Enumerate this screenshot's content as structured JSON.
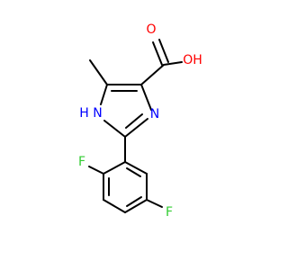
{
  "molecule": {
    "atoms": {
      "oxygen_double": "O",
      "hydroxyl": "OH",
      "nitrogen_h": "H N",
      "nitrogen": "N",
      "fluorine_1": "F",
      "fluorine_2": "F"
    },
    "colors": {
      "oxygen": "#ff0000",
      "nitrogen": "#0000ff",
      "fluorine": "#33cc33",
      "bond": "#000000"
    }
  }
}
